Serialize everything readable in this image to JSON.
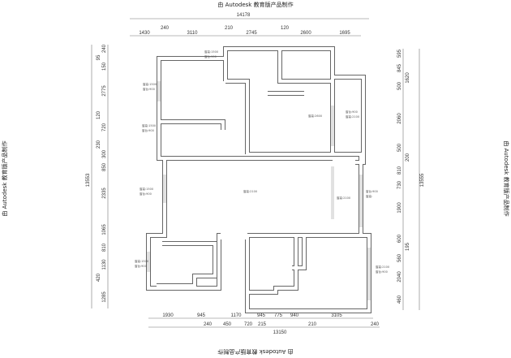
{
  "watermark": "由 Autodesk 教育版产品制作",
  "dimensions": {
    "top_total": "14178",
    "top_segments": [
      "1430",
      "240",
      "3110",
      "210",
      "2745",
      "120",
      "2600",
      "1695"
    ],
    "bottom_total": "13150",
    "bottom_row1": [
      "1930",
      "945",
      "1170",
      "945",
      "775",
      "940",
      "3105"
    ],
    "bottom_row2": [
      "240",
      "450",
      "720",
      "215",
      "210",
      "240"
    ],
    "left_total": "13553",
    "left_segments": [
      "240",
      "95",
      "150",
      "2775",
      "120",
      "720",
      "230",
      "300",
      "850",
      "2335",
      "1065",
      "810",
      "1130",
      "420",
      "1285"
    ],
    "right_total": "13555",
    "right_segments": [
      "595",
      "845",
      "1620",
      "500",
      "2060",
      "500",
      "200",
      "810",
      "730",
      "1900",
      "600",
      "195",
      "560",
      "2040",
      "460"
    ]
  },
  "room_labels": {
    "kitchen": [
      "窗高:1500",
      "窗台:900"
    ],
    "bedroom_top_left": [
      "窗高:1500",
      "窗台:900"
    ],
    "bath_left": [
      "窗高:1500",
      "窗台:900"
    ],
    "bedroom_right": [
      "窗高:2600"
    ],
    "balcony": [
      "窗台:900",
      "窗高:2100"
    ],
    "living": [
      "窗高:2100"
    ],
    "living_left": [
      "窗高:1500",
      "窗台:900"
    ],
    "corridor_right": [
      "窗高:2100"
    ],
    "balcony_lower": [
      "窗台:900",
      "窗高:"
    ],
    "bedroom_bottom_left": [
      "窗高:1500",
      "窗台:900"
    ],
    "bedroom_bottom_right": [
      "窗高:2100",
      "窗台:900"
    ]
  }
}
